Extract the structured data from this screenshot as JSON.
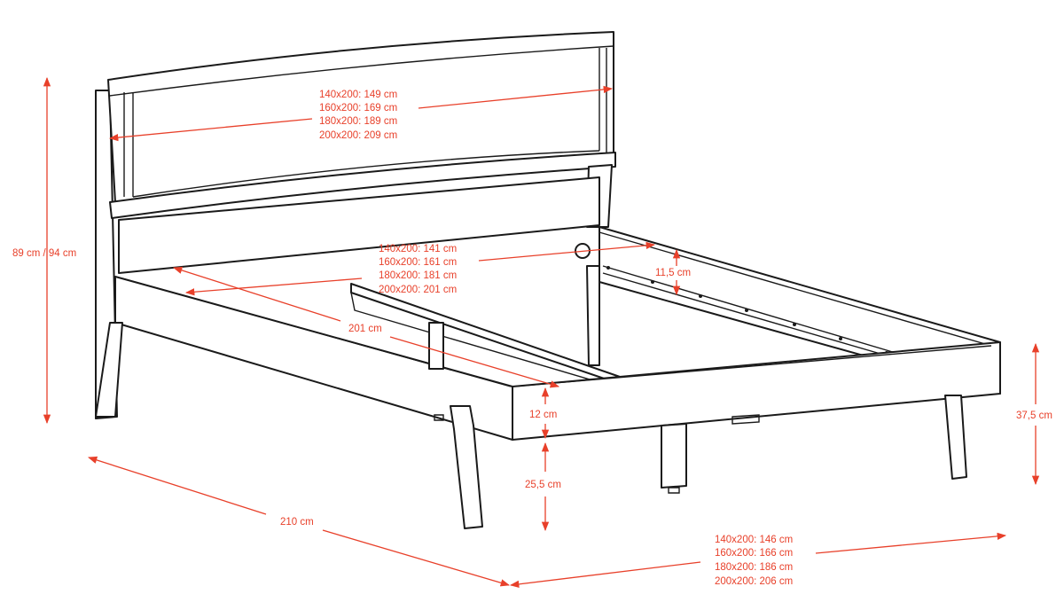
{
  "diagram": {
    "headboard_width": [
      "140x200: 149 cm",
      "160x200: 169 cm",
      "180x200: 189 cm",
      "200x200: 209 cm"
    ],
    "inner_width": [
      "140x200: 141 cm",
      "160x200: 161 cm",
      "180x200: 181 cm",
      "200x200: 201 cm"
    ],
    "overall_width": [
      "140x200: 146 cm",
      "160x200: 166 cm",
      "180x200: 186 cm",
      "200x200: 206 cm"
    ],
    "total_height": "89 cm / 94 cm",
    "inner_length": "201 cm",
    "rail_depth": "11,5 cm",
    "frame_thickness": "12 cm",
    "underside_clearance": "25,5 cm",
    "frame_height": "37,5 cm",
    "overall_length": "210 cm",
    "colors": {
      "line": "#1a1a1a",
      "dimension": "#e8402a"
    }
  }
}
